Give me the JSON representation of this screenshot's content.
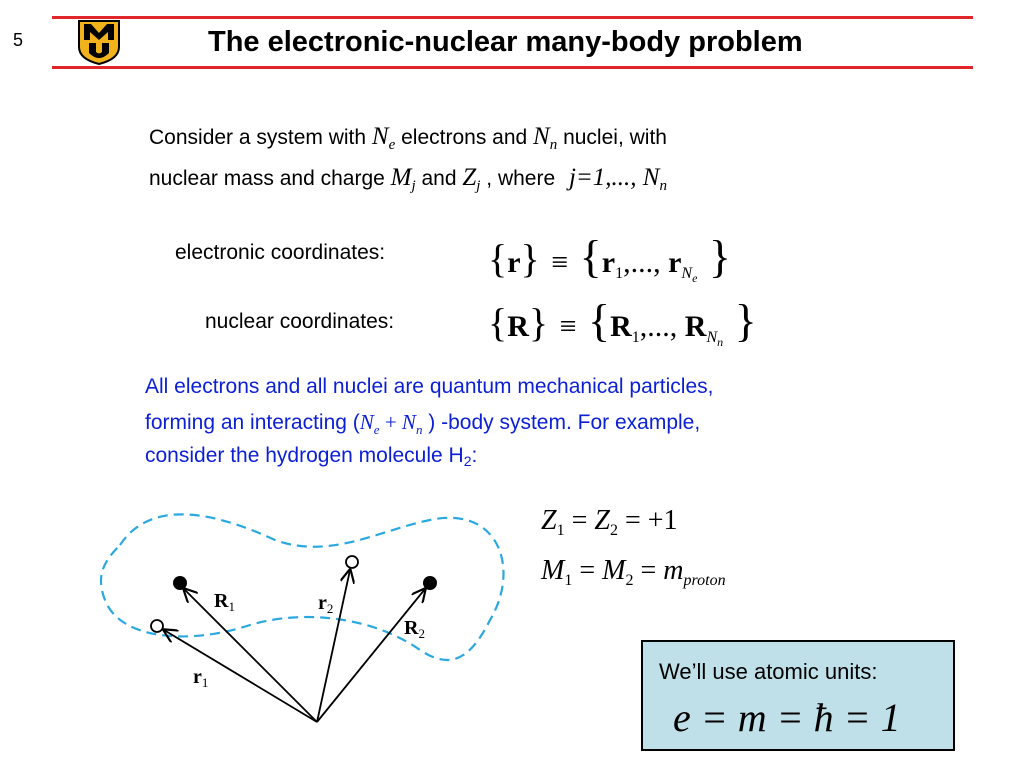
{
  "slide": {
    "number": "5",
    "title": "The electronic-nuclear many-body problem"
  },
  "intro": {
    "line1_a": "Consider a system with ",
    "Ne_base": "N",
    "Ne_sub": "e",
    "line1_b": " electrons and ",
    "Nn_base": "N",
    "Nn_sub": "n",
    "line1_c": " nuclei, with",
    "line2_a": "nuclear mass and charge ",
    "M_base": "M",
    "M_sub": "j",
    "line2_b": " and ",
    "Z_base": "Z",
    "Z_sub": "j",
    "line2_c": " , where ",
    "j_range": "j=1,..., N",
    "j_range_sub": "n"
  },
  "coords": {
    "electronic_label": "electronic coordinates:",
    "nuclear_label": "nuclear coordinates:",
    "r_sym": "r",
    "R_sym": "R",
    "equiv": "≡",
    "sub1": "1",
    "dots": ",...,",
    "sub_Ne_base": "N",
    "sub_Ne_sub": "e",
    "sub_Nn_base": "N",
    "sub_Nn_sub": "n"
  },
  "blue_text": {
    "line1": "All electrons and all nuclei are quantum mechanical particles,",
    "line2_a": "forming an interacting (",
    "line2_Ne": "N",
    "line2_Ne_sub": "e",
    "line2_plus": " + ",
    "line2_Nn": "N",
    "line2_Nn_sub": "n",
    "line2_b": " ) -body system. For example,",
    "line3_a": "consider the hydrogen molecule H",
    "line3_sub": "2",
    "line3_b": ":"
  },
  "equations": {
    "eq1_a": "Z",
    "eq1_sub1": "1",
    "eq1_b": " = ",
    "eq1_c": "Z",
    "eq1_sub2": "2",
    "eq1_d": " = +1",
    "eq2_a": "M",
    "eq2_sub1": "1",
    "eq2_b": " = ",
    "eq2_c": "M",
    "eq2_sub2": "2",
    "eq2_d": " = ",
    "eq2_e": "m",
    "eq2_sub3": "proton"
  },
  "diagram": {
    "R1": "R",
    "R1_sub": "1",
    "R2": "R",
    "R2_sub": "2",
    "r1": "r",
    "r1_sub": "1",
    "r2": "r",
    "r2_sub": "2"
  },
  "atomic_units": {
    "caption": "We’ll use atomic units:",
    "formula": "e = m = ħ = 1"
  },
  "colors": {
    "rule_red": "#e0262b",
    "blue_text": "#0b1fd6",
    "dashed_blue": "#2aa8e0",
    "box_fill": "#bfe0e8",
    "logo_gold": "#f2b21b"
  }
}
